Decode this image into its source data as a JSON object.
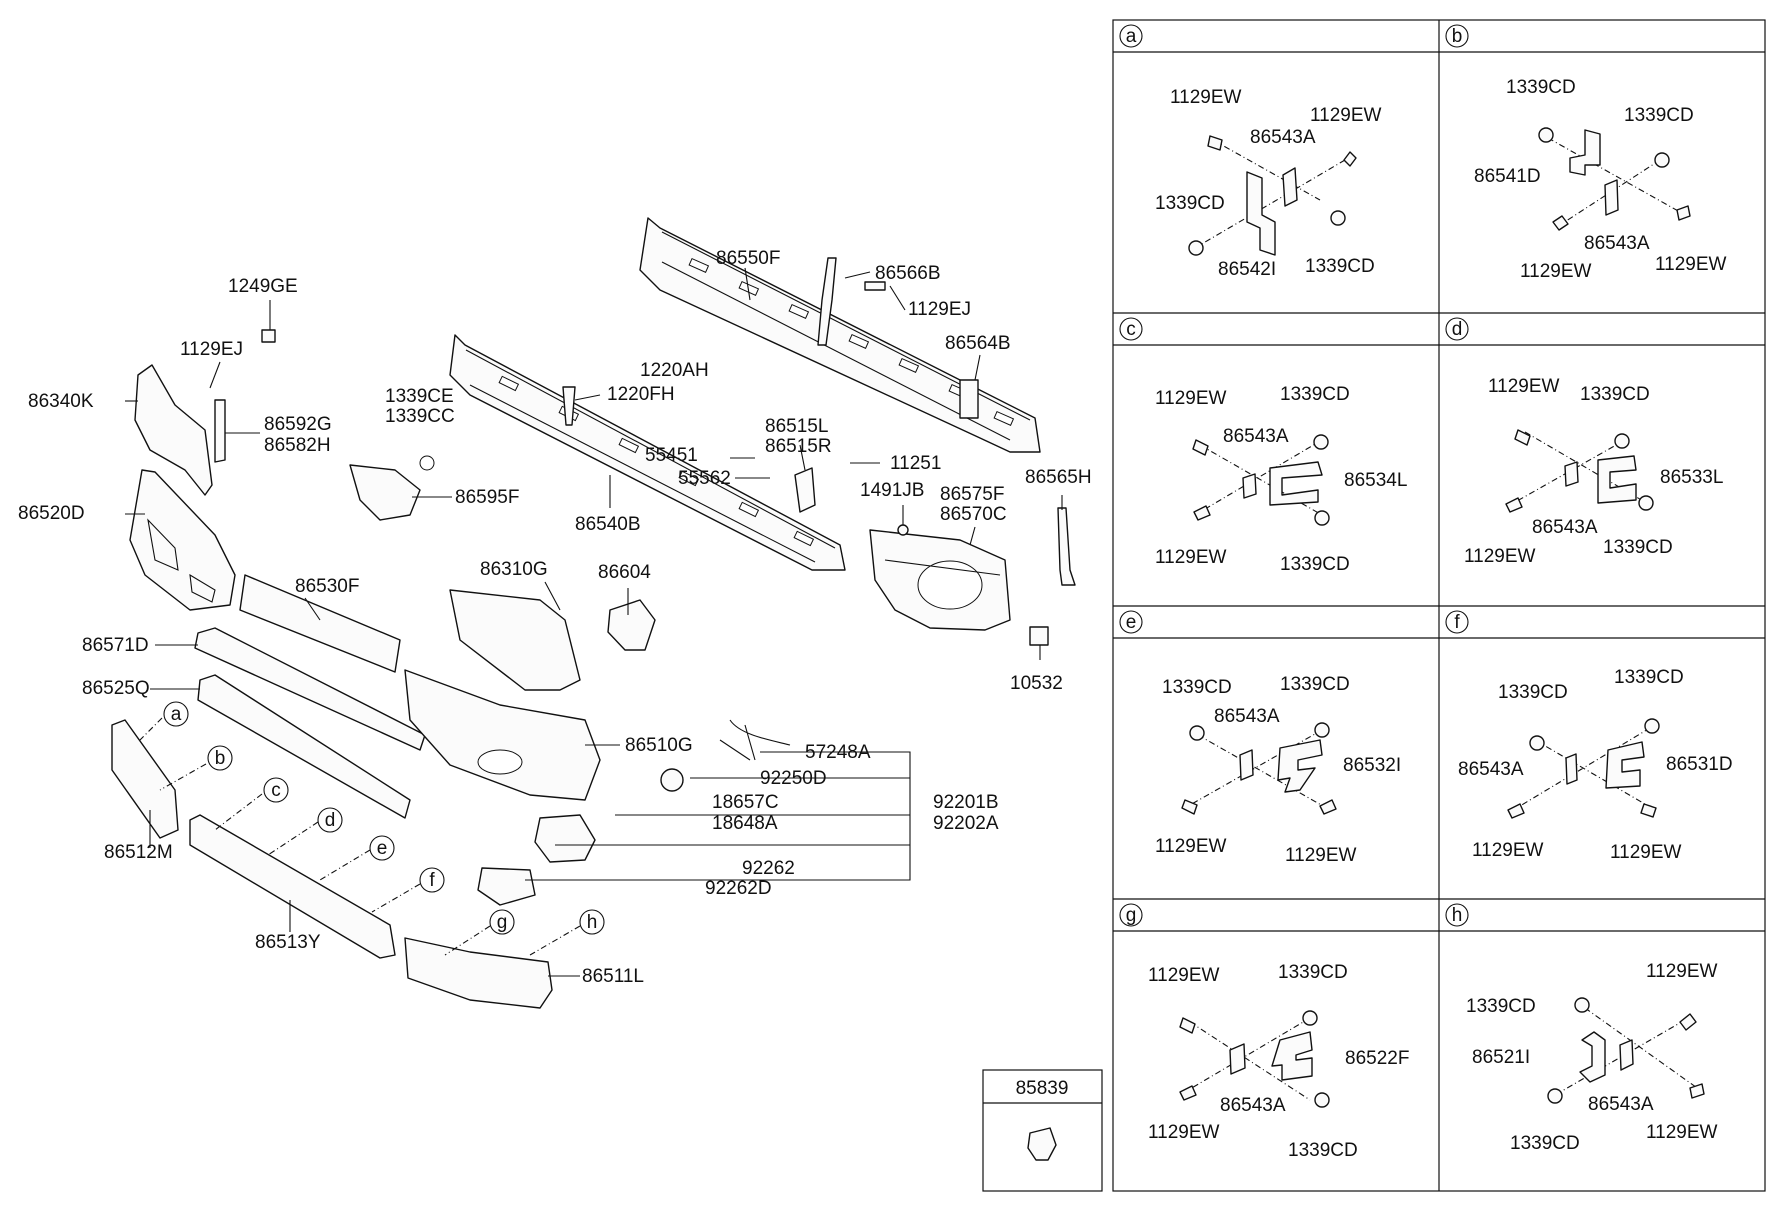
{
  "diagram": {
    "main_labels": {
      "p1249GE": "1249GE",
      "p1129EJ_a": "1129EJ",
      "p86340K": "86340K",
      "p86592G": "86592G",
      "p86582H": "86582H",
      "p86520D": "86520D",
      "p1339CE": "1339CE",
      "p1339CC": "1339CC",
      "p86595F": "86595F",
      "p86530F": "86530F",
      "p86571D": "86571D",
      "p86525Q": "86525Q",
      "p86512M": "86512M",
      "p86513Y": "86513Y",
      "p86511L": "86511L",
      "p86310G": "86310G",
      "p86604": "86604",
      "p86510G": "86510G",
      "p57248A": "57248A",
      "p92250D": "92250D",
      "p18657C": "18657C",
      "p18648A": "18648A",
      "p92262": "92262",
      "p92262D": "92262D",
      "p92201B": "92201B",
      "p92202A": "92202A",
      "p86550F": "86550F",
      "p86566B": "86566B",
      "p1129EJ_b": "1129EJ",
      "p86564B": "86564B",
      "p1220AH": "1220AH",
      "p1220FH": "1220FH",
      "p86515L": "86515L",
      "p86515R": "86515R",
      "p55451": "55451",
      "p55562": "55562",
      "p11251": "11251",
      "p86540B": "86540B",
      "p1491JB": "1491JB",
      "p86575F": "86575F",
      "p86570C": "86570C",
      "p86565H": "86565H",
      "p10532": "10532",
      "p85839": "85839"
    },
    "callouts": [
      "a",
      "b",
      "c",
      "d",
      "e",
      "f",
      "g",
      "h"
    ],
    "detail_panels": [
      {
        "letter": "a",
        "labels": [
          "1129EW",
          "1129EW",
          "86543A",
          "1339CD",
          "86542I",
          "1339CD"
        ]
      },
      {
        "letter": "b",
        "labels": [
          "1339CD",
          "1339CD",
          "86541D",
          "86543A",
          "1129EW",
          "1129EW"
        ]
      },
      {
        "letter": "c",
        "labels": [
          "1129EW",
          "1339CD",
          "86543A",
          "86534L",
          "1129EW",
          "1339CD"
        ]
      },
      {
        "letter": "d",
        "labels": [
          "1129EW",
          "1339CD",
          "86533L",
          "86543A",
          "1129EW",
          "1339CD"
        ]
      },
      {
        "letter": "e",
        "labels": [
          "1339CD",
          "1339CD",
          "86543A",
          "86532I",
          "1129EW",
          "1129EW"
        ]
      },
      {
        "letter": "f",
        "labels": [
          "1339CD",
          "1339CD",
          "86543A",
          "86531D",
          "1129EW",
          "1129EW"
        ]
      },
      {
        "letter": "g",
        "labels": [
          "1129EW",
          "1339CD",
          "86522F",
          "1129EW",
          "86543A",
          "1339CD"
        ]
      },
      {
        "letter": "h",
        "labels": [
          "1129EW",
          "1339CD",
          "86521I",
          "86543A",
          "1339CD",
          "1129EW"
        ]
      }
    ]
  }
}
